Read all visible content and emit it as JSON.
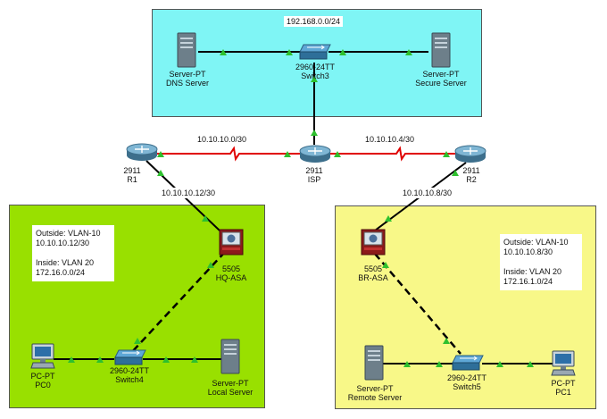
{
  "subnets": {
    "server_farm": "192.168.0.0/24",
    "r1_isp": "10.10.10.0/30",
    "isp_r2": "10.10.10.4/30",
    "r1_hqasa": "10.10.10.12/30",
    "r2_brasa": "10.10.10.8/30"
  },
  "devices": {
    "dns_server": {
      "type": "Server-PT",
      "name": "DNS Server"
    },
    "secure_server": {
      "type": "Server-PT",
      "name": "Secure Server"
    },
    "switch3": {
      "type": "2960-24TT",
      "name": "Switch3"
    },
    "isp": {
      "type": "2911",
      "name": "ISP"
    },
    "r1": {
      "type": "2911",
      "name": "R1"
    },
    "r2": {
      "type": "2911",
      "name": "R2"
    },
    "hq_asa": {
      "type": "5505",
      "name": "HQ-ASA"
    },
    "br_asa": {
      "type": "5505",
      "name": "BR-ASA"
    },
    "switch4": {
      "type": "2960-24TT",
      "name": "Switch4"
    },
    "switch5": {
      "type": "2960-24TT",
      "name": "Switch5"
    },
    "pc0": {
      "type": "PC-PT",
      "name": "PC0"
    },
    "pc1": {
      "type": "PC-PT",
      "name": "PC1"
    },
    "local_server": {
      "type": "Server-PT",
      "name": "Local Server"
    },
    "remote_server": {
      "type": "Server-PT",
      "name": "Remote Server"
    }
  },
  "notes": {
    "hq": {
      "outside_title": "Outside: VLAN-10",
      "outside_net": "10.10.10.12/30",
      "inside_title": "Inside: VLAN 20",
      "inside_net": "172.16.0.0/24"
    },
    "branch": {
      "outside_title": "Outside: VLAN-10",
      "outside_net": "10.10.10.8/30",
      "inside_title": "Inside: VLAN 20",
      "inside_net": "172.16.1.0/24"
    }
  },
  "colors": {
    "serial_link": "#e00000",
    "ethernet_link": "#000000",
    "link_indicator": "#2ec02e",
    "server_farm_bg": "#7ff5f5",
    "hq_bg": "#99e000",
    "branch_bg": "#f8f888"
  }
}
